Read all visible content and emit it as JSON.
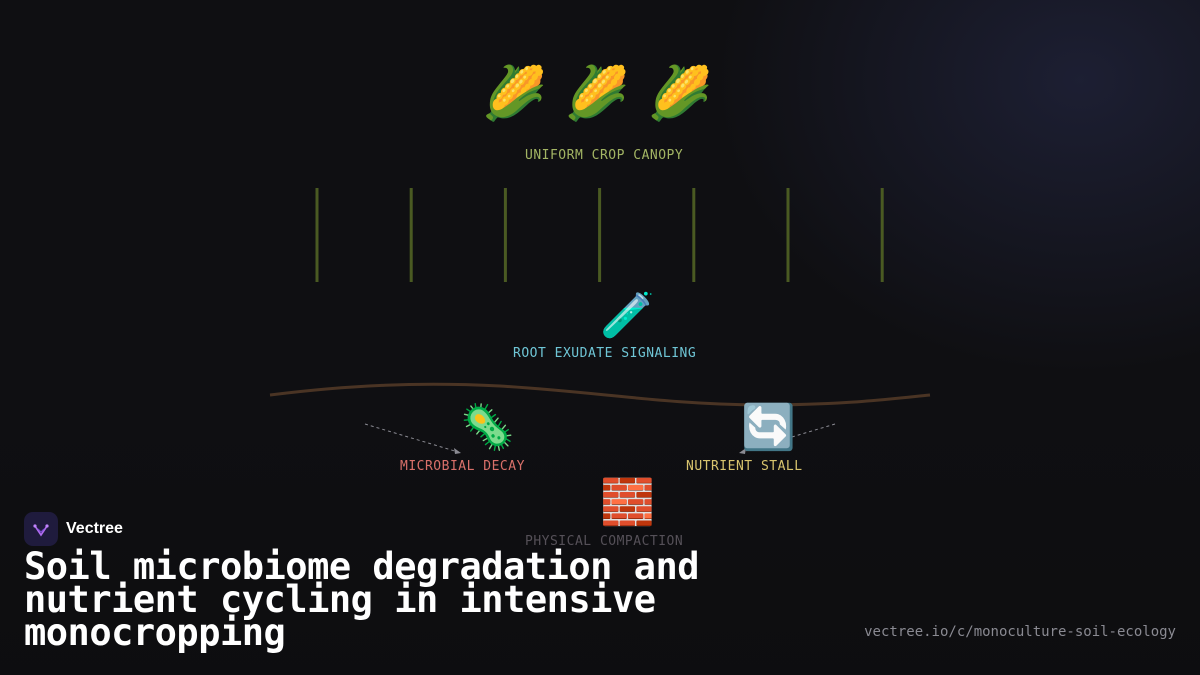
{
  "diagram": {
    "crops": {
      "icons": [
        "🌽",
        "🌽",
        "🌽"
      ],
      "label": "UNIFORM CROP CANOPY",
      "color": "#a3b564"
    },
    "roots": {
      "count": 7,
      "color": "#4a5a22"
    },
    "exudate": {
      "icon": "🧪",
      "label": "ROOT EXUDATE SIGNALING",
      "color": "#6fc6d6"
    },
    "microbial": {
      "icon": "🦠",
      "label": "MICROBIAL DECAY",
      "color": "#d9706a"
    },
    "nutrient": {
      "icon": "🔄",
      "label": "NUTRIENT STALL",
      "color": "#d8c46e"
    },
    "compaction": {
      "icon": "🧱",
      "label": "PHYSICAL COMPACTION",
      "color": "#555058"
    },
    "soil_line_color": "#4a3424"
  },
  "brand": {
    "name": "Vectree",
    "logo_icon": "vectree-logo-icon"
  },
  "title": "Soil microbiome degradation and nutrient cycling in intensive monocropping",
  "url": "vectree.io/c/monoculture-soil-ecology"
}
